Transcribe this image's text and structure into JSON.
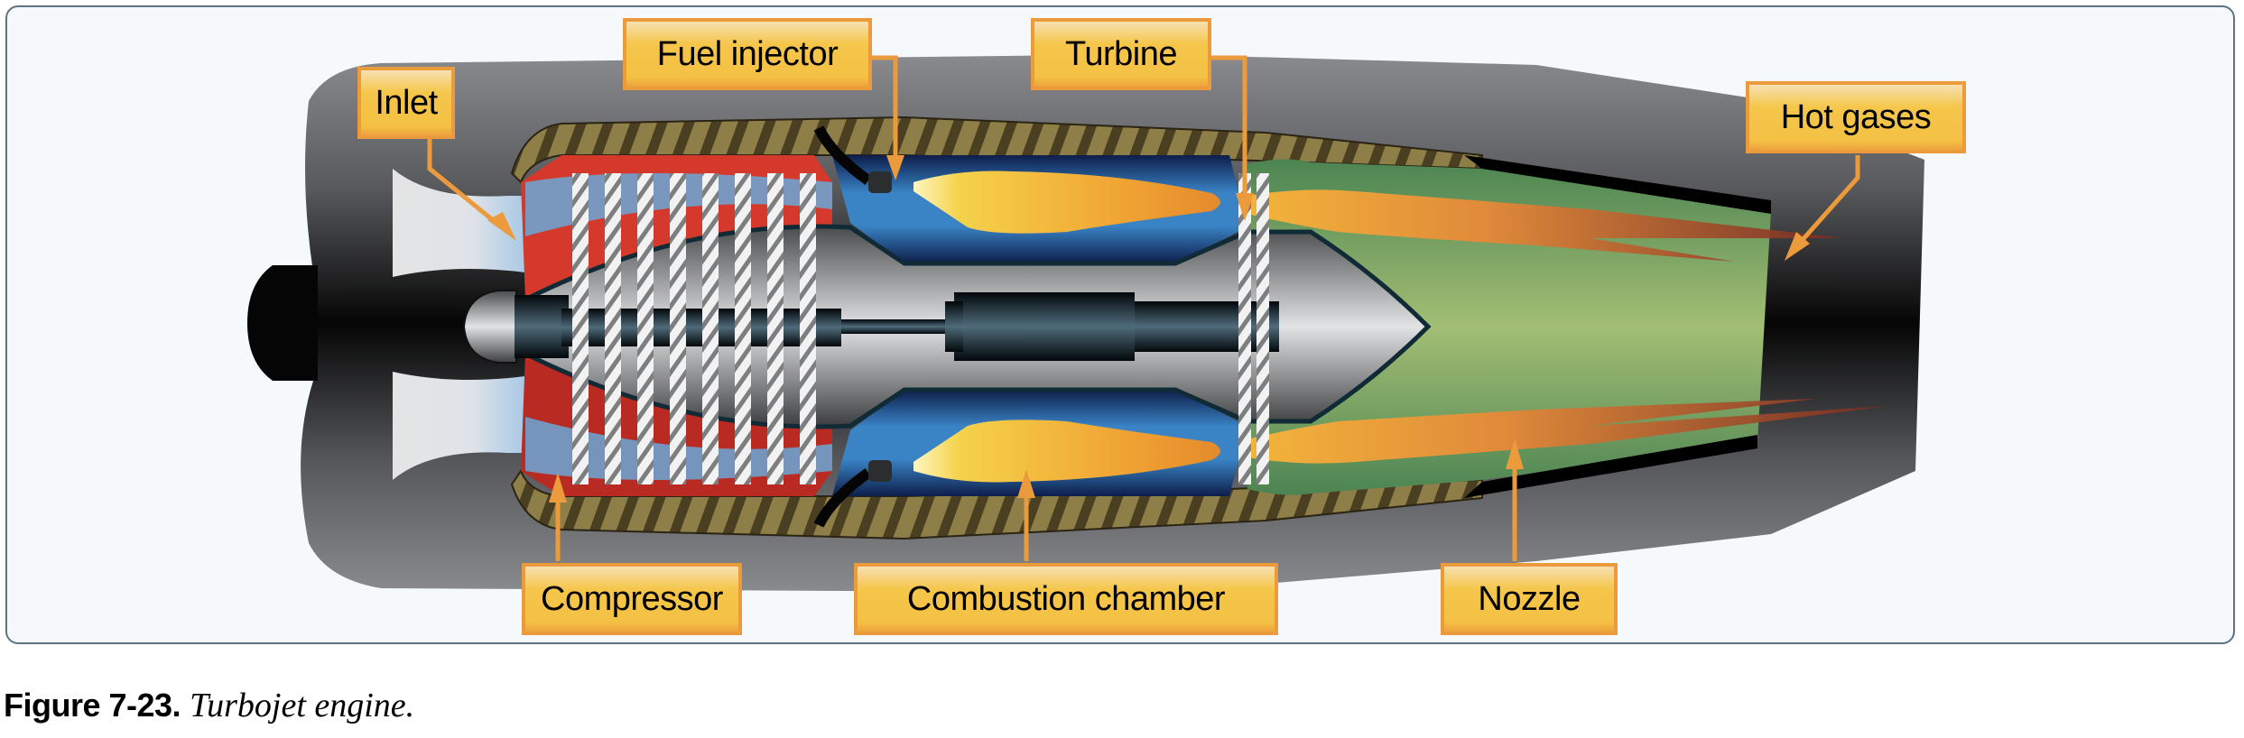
{
  "figure": {
    "title": "Turbojet engine",
    "caption_number": "Figure 7-23.",
    "caption_text": "Turbojet engine."
  },
  "labels": {
    "inlet": "Inlet",
    "fuel_injector": "Fuel injector",
    "turbine": "Turbine",
    "hot_gases": "Hot gases",
    "compressor": "Compressor",
    "combustion_chamber": "Combustion chamber",
    "nozzle": "Nozzle"
  },
  "colors": {
    "callout_fill": "#f5c64a",
    "callout_border": "#eb9a3c",
    "leader_line": "#eb9a3c",
    "panel_background": "#f5f9fc",
    "panel_border": "#5c7382",
    "nacelle": "#6b6c6f",
    "casing_hatch": "#8c7d45",
    "compressor_section": "#d5392c",
    "combustion_section": "#3a82c4",
    "exhaust_section": "#6e9a5c",
    "flame": "#f4b93a"
  }
}
